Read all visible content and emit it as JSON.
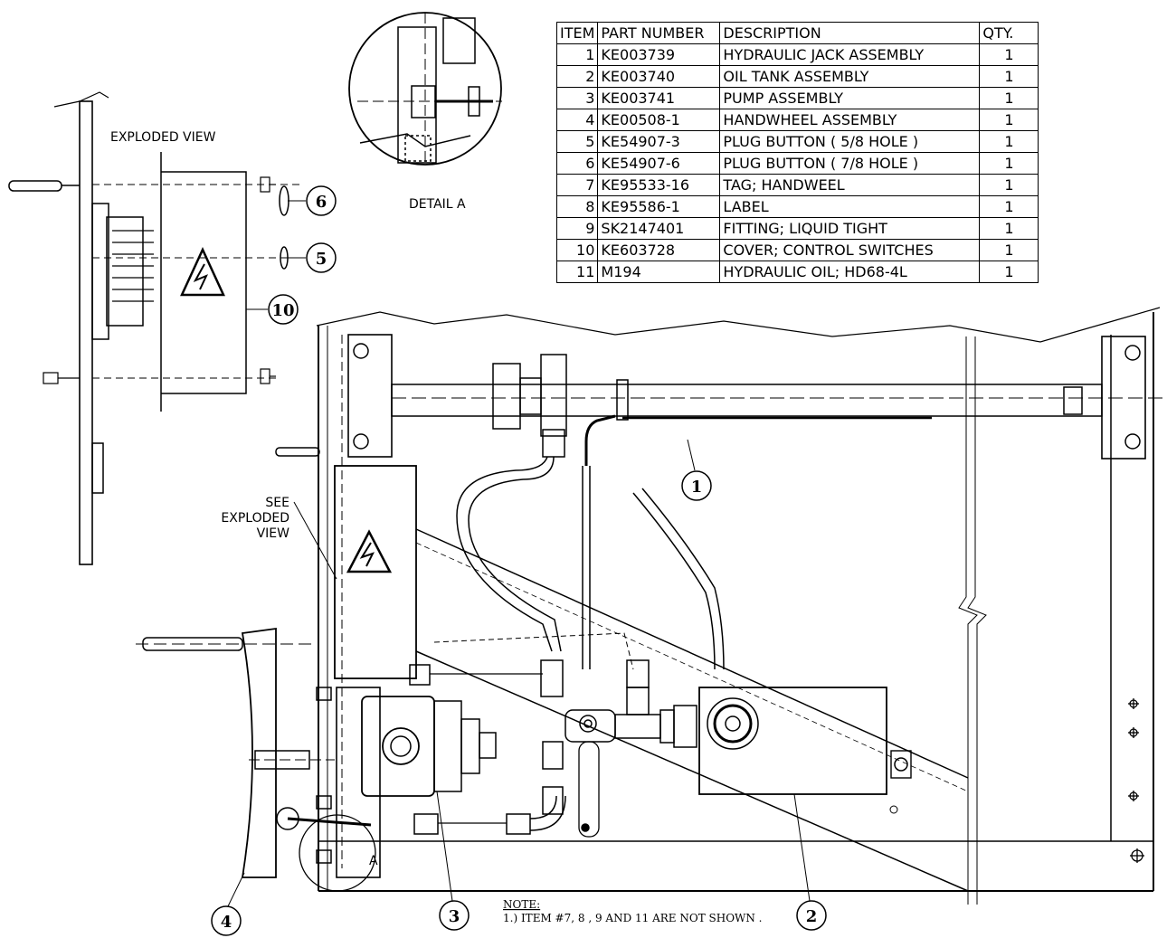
{
  "bom": {
    "headers": [
      "ITEM",
      "PART NUMBER",
      "DESCRIPTION",
      "QTY."
    ],
    "rows": [
      {
        "item": "1",
        "part": "KE003739",
        "desc": "HYDRAULIC JACK ASSEMBLY",
        "qty": "1"
      },
      {
        "item": "2",
        "part": "KE003740",
        "desc": "OIL TANK ASSEMBLY",
        "qty": "1"
      },
      {
        "item": "3",
        "part": "KE003741",
        "desc": "PUMP ASSEMBLY",
        "qty": "1"
      },
      {
        "item": "4",
        "part": "KE00508-1",
        "desc": "HANDWHEEL ASSEMBLY",
        "qty": "1"
      },
      {
        "item": "5",
        "part": "KE54907-3",
        "desc": "PLUG BUTTON ( 5/8 HOLE )",
        "qty": "1"
      },
      {
        "item": "6",
        "part": "KE54907-6",
        "desc": "PLUG BUTTON ( 7/8 HOLE )",
        "qty": "1"
      },
      {
        "item": "7",
        "part": "KE95533-16",
        "desc": "TAG; HANDWEEL",
        "qty": "1"
      },
      {
        "item": "8",
        "part": "KE95586-1",
        "desc": "LABEL",
        "qty": "1"
      },
      {
        "item": "9",
        "part": "SK2147401",
        "desc": "FITTING; LIQUID TIGHT",
        "qty": "1"
      },
      {
        "item": "10",
        "part": "KE603728",
        "desc": "COVER; CONTROL SWITCHES",
        "qty": "1"
      },
      {
        "item": "11",
        "part": "M194",
        "desc": "HYDRAULIC OIL; HD68-4L",
        "qty": "1"
      }
    ]
  },
  "labels": {
    "exploded_view": "EXPLODED VIEW",
    "detail_a": "DETAIL A",
    "see": "SEE",
    "exploded": "EXPLODED",
    "view": "VIEW",
    "detail_marker": "A"
  },
  "balloons": {
    "b1": "1",
    "b2": "2",
    "b3": "3",
    "b4": "4",
    "b5": "5",
    "b6": "6",
    "b10": "10"
  },
  "note": {
    "title": "NOTE:",
    "line1": "1.) ITEM #7, 8 , 9 AND 11 ARE NOT SHOWN ."
  },
  "icons": [
    "electrical-hazard-icon",
    "weld-marker-icon"
  ]
}
